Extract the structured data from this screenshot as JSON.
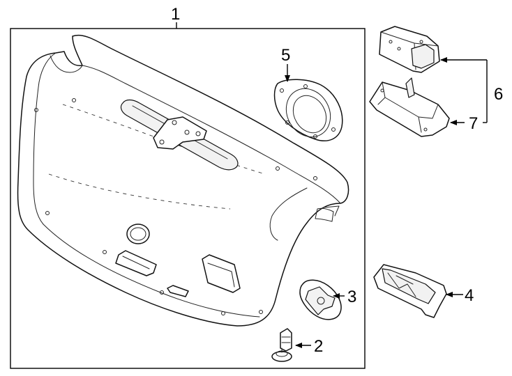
{
  "diagram": {
    "callouts": [
      {
        "id": "1",
        "label": "1"
      },
      {
        "id": "2",
        "label": "2"
      },
      {
        "id": "3",
        "label": "3"
      },
      {
        "id": "4",
        "label": "4"
      },
      {
        "id": "5",
        "label": "5"
      },
      {
        "id": "6",
        "label": "6"
      },
      {
        "id": "7",
        "label": "7"
      }
    ]
  },
  "colors": {
    "line": "#111111",
    "background": "#ffffff"
  }
}
